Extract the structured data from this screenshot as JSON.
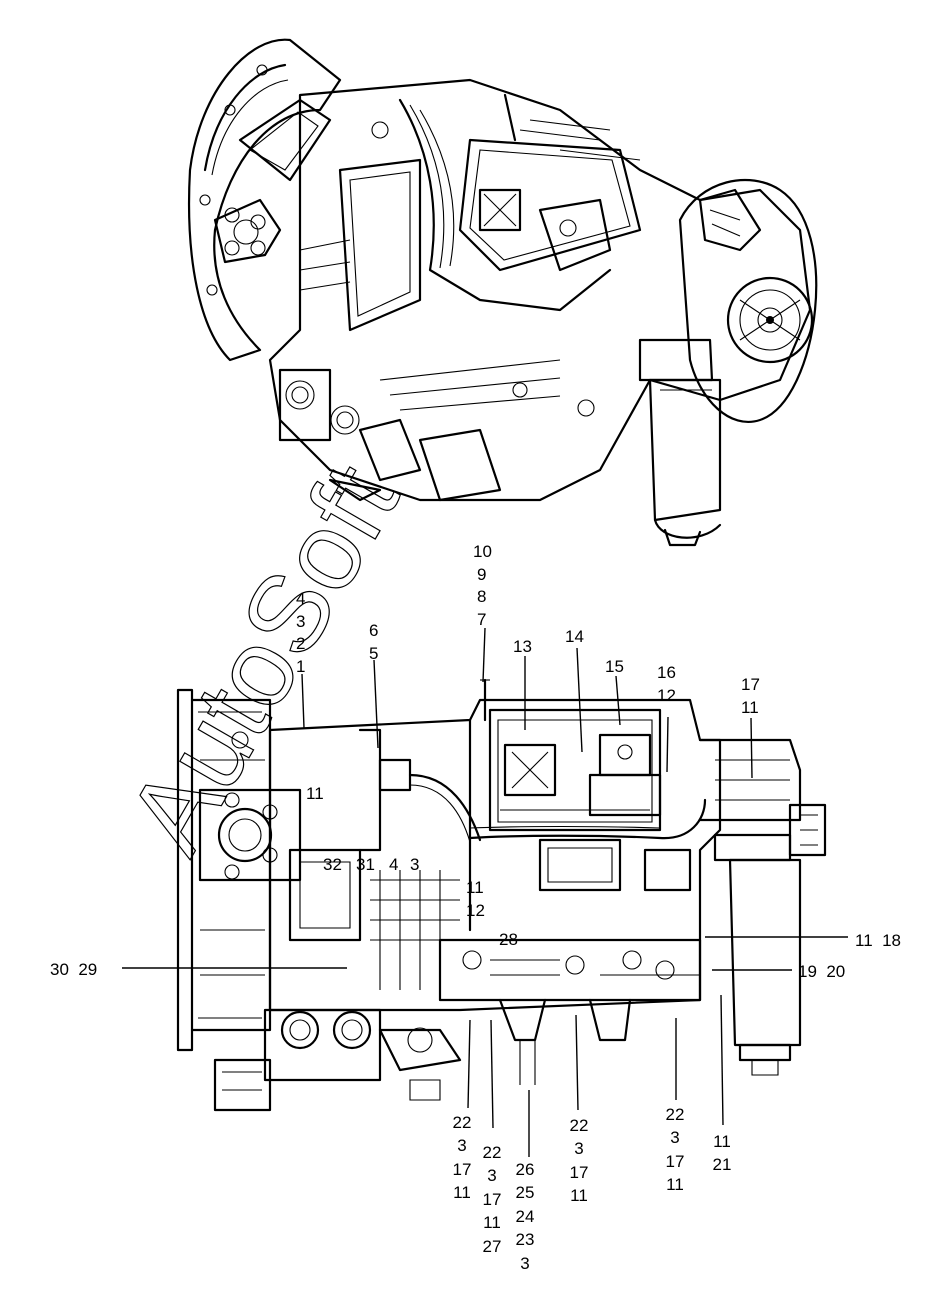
{
  "watermark": "AutoSoft",
  "callouts": {
    "c10": "10",
    "c9": "9",
    "c8": "8",
    "c7": "7",
    "c4a": "4",
    "c3a": "3",
    "c2": "2",
    "c1": "1",
    "c6": "6",
    "c5": "5",
    "c13": "13",
    "c14": "14",
    "c15": "15",
    "c16": "16",
    "c12a": "12",
    "c17a": "17",
    "c11a": "11",
    "c11b": "11",
    "c32": "32",
    "c31": "31",
    "c4b": "4",
    "c3b": "3",
    "c11c": "11",
    "c12b": "12",
    "c28": "28",
    "c11_18": "11  18",
    "c30_29": "30  29",
    "c19_20": "19  20",
    "s1": [
      "22",
      "3",
      "17",
      "11"
    ],
    "s2": [
      "22",
      "3",
      "17",
      "11",
      "27"
    ],
    "s3": [
      "26",
      "25",
      "24",
      "23",
      "3"
    ],
    "s4": [
      "22",
      "3",
      "17",
      "11"
    ],
    "s5": [
      "22",
      "3",
      "17",
      "11"
    ],
    "s6": [
      "11",
      "21"
    ]
  }
}
